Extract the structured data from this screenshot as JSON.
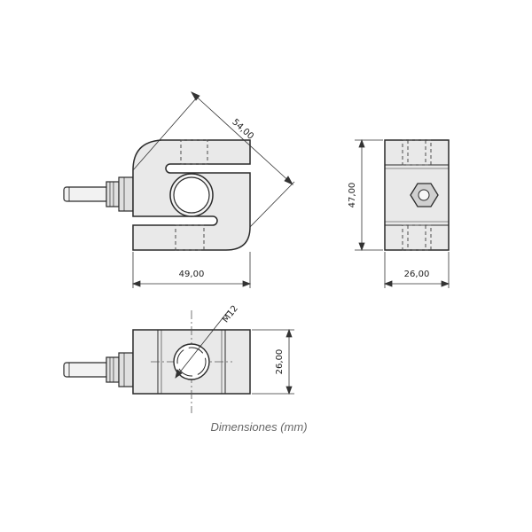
{
  "dimensions": {
    "diagonal": "54,00",
    "width_front": "49,00",
    "height_side": "47,00",
    "width_side": "26,00",
    "height_bottom": "26,00",
    "thread": "M12"
  },
  "caption": "Dimensiones (mm)",
  "colors": {
    "body_fill": "#e9e9e9",
    "body_stroke": "#2a2a2a",
    "hidden_line": "#4a4a4a",
    "centre_line": "#555555",
    "hex_nut_fill": "#d0d0d0",
    "cable_fill": "#f2f2f2"
  }
}
